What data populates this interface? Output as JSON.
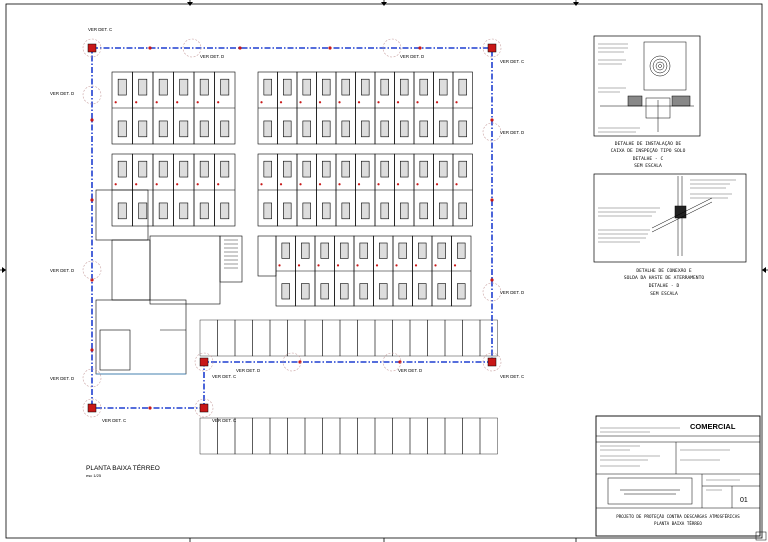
{
  "plan": {
    "title": "PLANTA BAIXA TÉRREO",
    "scale": "esc 1/25"
  },
  "callouts": {
    "det_c": "VER DET. C",
    "det_d": "VER DET. D"
  },
  "detail_c": {
    "caption_line1": "DETALHE DE INSTALAÇÃO DE",
    "caption_line2": "CAIXA DE INSPEÇÃO TIPO SOLO",
    "caption_line3": "DETALHE - C",
    "caption_line4": "SEM ESCALA"
  },
  "detail_d": {
    "caption_line1": "DETALHE DE CONEXÃO E",
    "caption_line2": "SOLDA DA HASTE DE ATERRAMENTO",
    "caption_line3": "DETALHE - D",
    "caption_line4": "SEM ESCALA"
  },
  "title_block": {
    "project_type": "COMERCIAL",
    "sheet_number": "01",
    "description_line1": "PROJETO DE PROTEÇÃO CONTRA DESCARGAS ATMOSFÉRICAS",
    "description_line2": "PLANTA BAIXA TÉRREO"
  },
  "colors": {
    "ground_loop": "#1f3fd0",
    "ground_rod": "#c81818",
    "callout_circle": "#c8a0a0",
    "line": "#000000"
  }
}
